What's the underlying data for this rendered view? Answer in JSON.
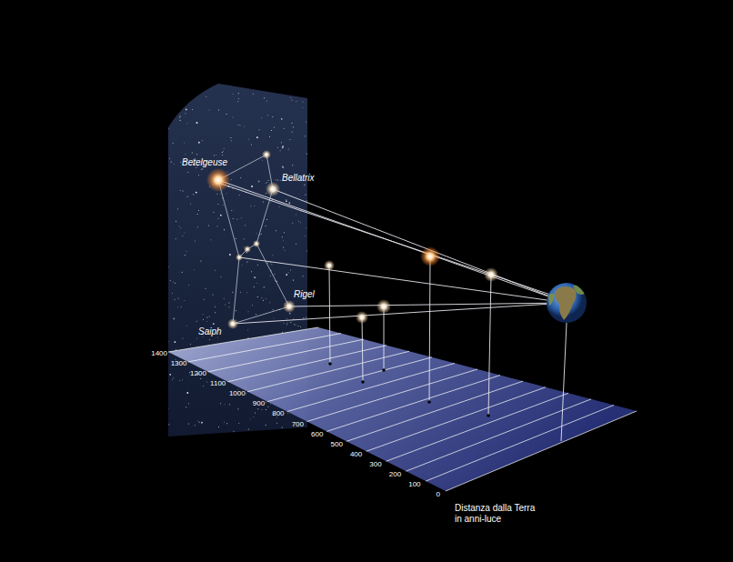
{
  "diagram": {
    "labels": [
      "Betelgeuse",
      "Bellatrix",
      "Rigel",
      "Saiph",
      "1400",
      "1300",
      "1200",
      "1100",
      "1000",
      "900",
      "800",
      "700",
      "600",
      "500",
      "400",
      "300",
      "200",
      "100",
      "0",
      "Distanza dalla Terra in anni-luce"
    ]
  }
}
